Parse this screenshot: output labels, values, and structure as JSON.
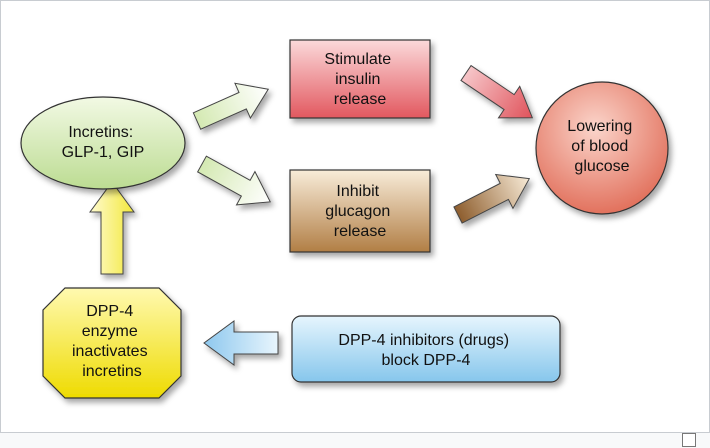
{
  "diagram": {
    "nodes": {
      "incretins": {
        "lines": [
          "Incretins:",
          "GLP-1, GIP"
        ]
      },
      "stimulate": {
        "lines": [
          "Stimulate",
          "insulin",
          "release"
        ]
      },
      "inhibit": {
        "lines": [
          "Inhibit",
          "glucagon",
          "release"
        ]
      },
      "lowering": {
        "lines": [
          "Lowering",
          "of blood",
          "glucose"
        ]
      },
      "dpp4_enzyme": {
        "lines": [
          "DPP-4",
          "enzyme",
          "inactivates",
          "incretins"
        ]
      },
      "dpp4_inhibitors": {
        "lines": [
          "DPP-4 inhibitors (drugs)",
          "block DPP-4"
        ]
      }
    },
    "colors": {
      "incretins_fill": "#d3e8b4",
      "stimulate_fill": "#e8757a",
      "inhibit_fill": "#c08f58",
      "lowering_fill": "#e8806a",
      "dpp4_enzyme_fill": "#f5e82a",
      "dpp4_inhibitors_fill": "#9fd4f0"
    }
  }
}
